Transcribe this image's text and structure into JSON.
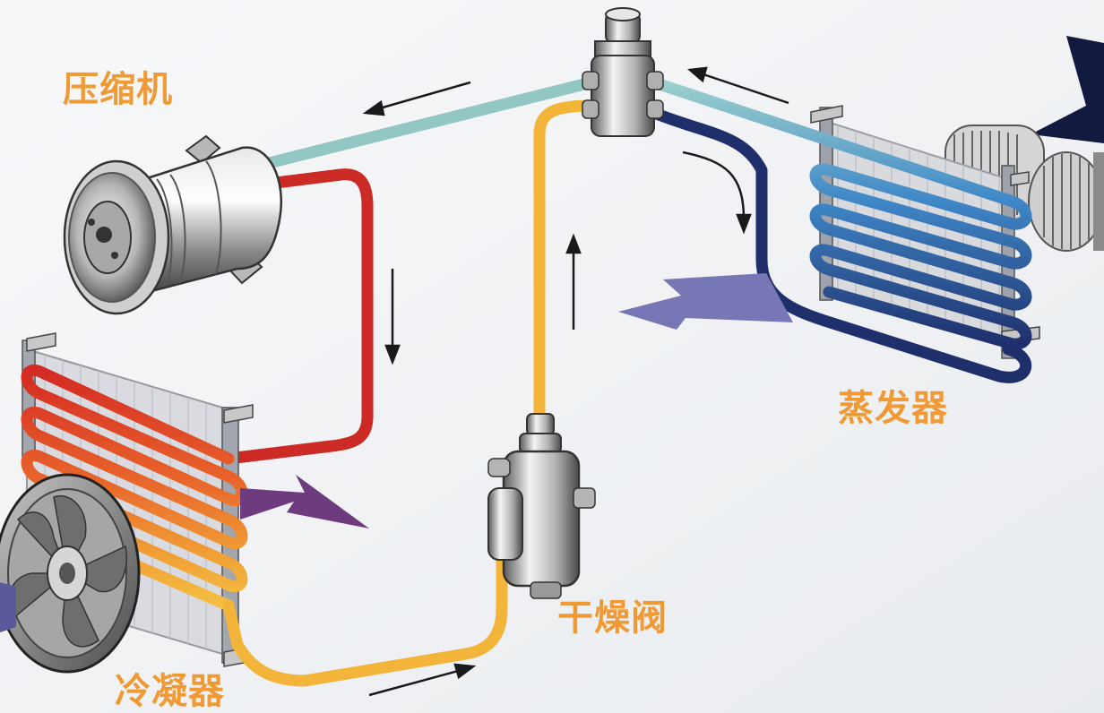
{
  "labels": {
    "compressor": "压缩机",
    "evaporator": "蒸发器",
    "dryer_valve": "干燥阀",
    "condenser": "冷凝器"
  },
  "colors": {
    "label_orange": "#ef9a34",
    "low_pressure_vapor": "#92c7c4",
    "high_pressure_vapor": "#cc2a24",
    "liquid_line": "#f2b53a",
    "evaporator_return": "#1e2f6c",
    "airflow_purple": "#6f3b7f",
    "airflow_blue": "#7777b6",
    "arrow_black": "#1a1a1a",
    "background": "#f2f4f6"
  }
}
